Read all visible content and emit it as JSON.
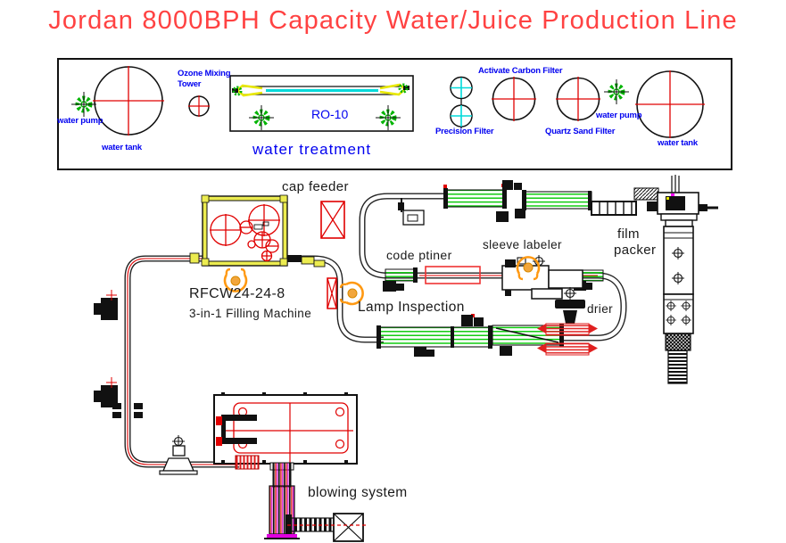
{
  "title": "Jordan 8000BPH Capacity Water/Juice Production Line",
  "colors": {
    "title_red": "#FF4242",
    "label_blue": "#0000F0",
    "machine_red": "#E00000",
    "conveyor_green": "#00C800",
    "gear_green": "#00B400",
    "highlight_yellow": "#ECEC50",
    "worker_orange": "#FF9912",
    "filter_cyan": "#00DADA",
    "tower_magenta": "#CC00CC"
  },
  "water_treatment": {
    "section_label": "water treatment",
    "water_pump_left": "water pump",
    "water_tank_left": "water tank",
    "ozone_tower_line1": "Ozone Mixing",
    "ozone_tower_line2": "Tower",
    "ro_unit": "RO-10",
    "precision_filter": "Precision Filter",
    "activate_carbon_filter": "Activate Carbon Filter",
    "quartz_sand_filter": "Quartz Sand Filter",
    "water_pump_right": "water pump",
    "water_tank_right": "water tank"
  },
  "production_line": {
    "cap_feeder": "cap feeder",
    "filling_machine_model": "RFCW24-24-8",
    "filling_machine_name": "3-in-1 Filling Machine",
    "code_printer": "code ptiner",
    "sleeve_labeler": "sleeve labeler",
    "lamp_inspection": "Lamp Inspection",
    "drier": "drier",
    "film_packer_line1": "film",
    "film_packer_line2": "packer",
    "blowing_system": "blowing system"
  }
}
